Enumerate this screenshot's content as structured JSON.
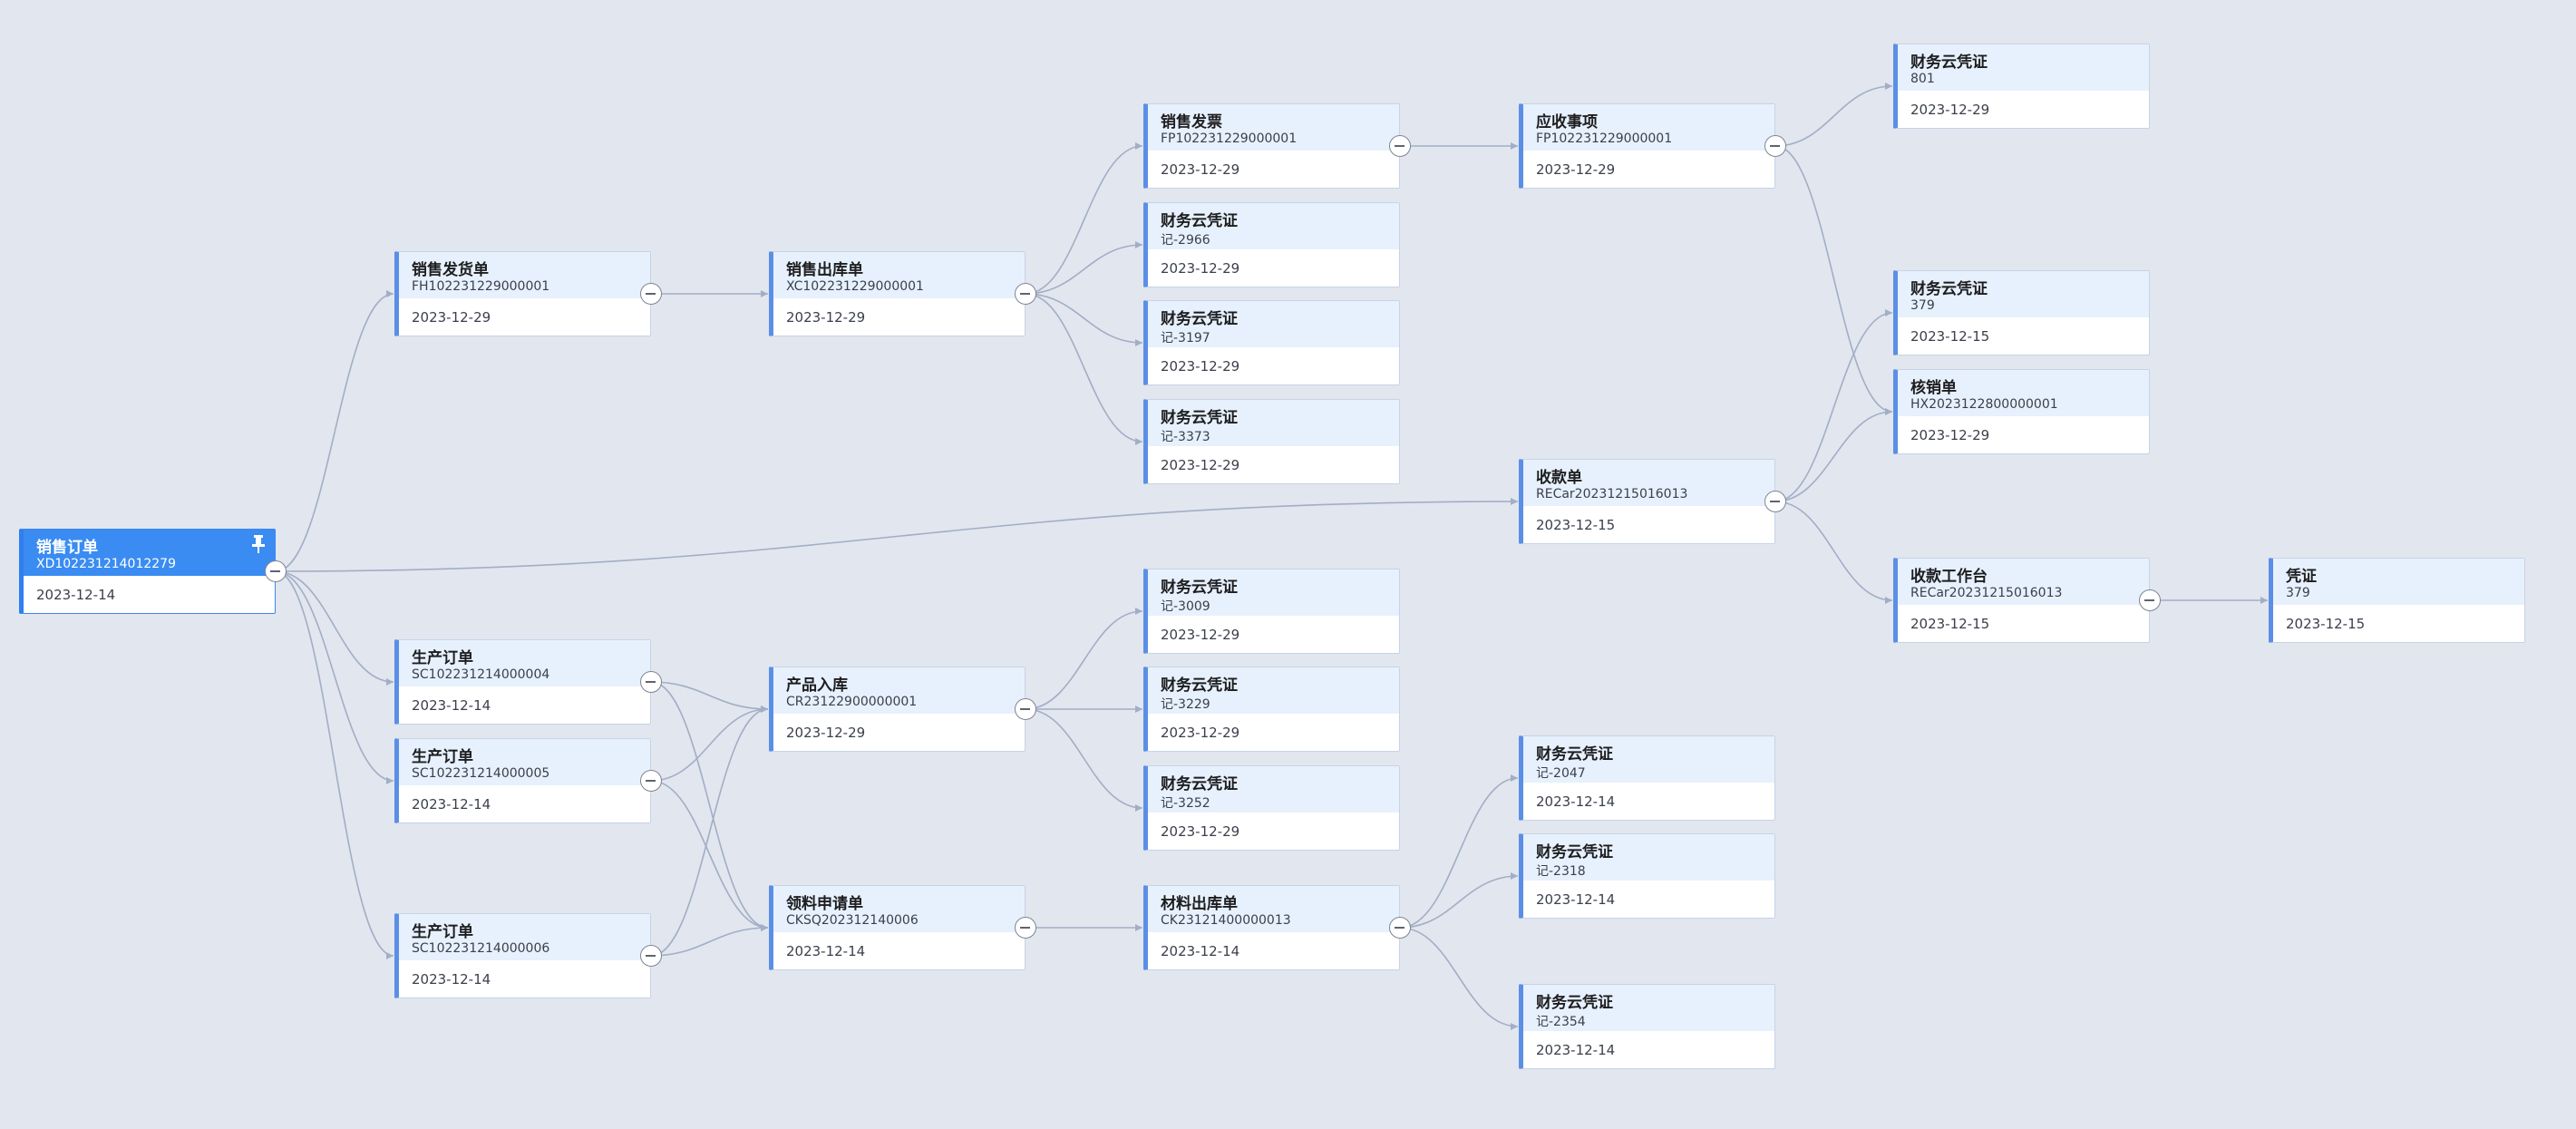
{
  "nodes": {
    "xd": {
      "title": "销售订单",
      "code": "XD102231214012279",
      "date": "2023-12-14"
    },
    "fh": {
      "title": "销售发货单",
      "code": "FH102231229000001",
      "date": "2023-12-29"
    },
    "sc4": {
      "title": "生产订单",
      "code": "SC102231214000004",
      "date": "2023-12-14"
    },
    "sc5": {
      "title": "生产订单",
      "code": "SC102231214000005",
      "date": "2023-12-14"
    },
    "sc6": {
      "title": "生产订单",
      "code": "SC102231214000006",
      "date": "2023-12-14"
    },
    "xc": {
      "title": "销售出库单",
      "code": "XC102231229000001",
      "date": "2023-12-29"
    },
    "cr": {
      "title": "产品入库",
      "code": "CR23122900000001",
      "date": "2023-12-29"
    },
    "cksq": {
      "title": "领料申请单",
      "code": "CKSQ202312140006",
      "date": "2023-12-14"
    },
    "fp": {
      "title": "销售发票",
      "code": "FP102231229000001",
      "date": "2023-12-29"
    },
    "v2966": {
      "title": "财务云凭证",
      "code": "记-2966",
      "date": "2023-12-29"
    },
    "v3197": {
      "title": "财务云凭证",
      "code": "记-3197",
      "date": "2023-12-29"
    },
    "v3373": {
      "title": "财务云凭证",
      "code": "记-3373",
      "date": "2023-12-29"
    },
    "v3009": {
      "title": "财务云凭证",
      "code": "记-3009",
      "date": "2023-12-29"
    },
    "v3229": {
      "title": "财务云凭证",
      "code": "记-3229",
      "date": "2023-12-29"
    },
    "v3252": {
      "title": "财务云凭证",
      "code": "记-3252",
      "date": "2023-12-29"
    },
    "ck": {
      "title": "材料出库单",
      "code": "CK23121400000013",
      "date": "2023-12-14"
    },
    "ys": {
      "title": "应收事项",
      "code": "FP102231229000001",
      "date": "2023-12-29"
    },
    "sk": {
      "title": "收款单",
      "code": "RECar20231215016013",
      "date": "2023-12-15"
    },
    "v2047": {
      "title": "财务云凭证",
      "code": "记-2047",
      "date": "2023-12-14"
    },
    "v2318": {
      "title": "财务云凭证",
      "code": "记-2318",
      "date": "2023-12-14"
    },
    "v2354": {
      "title": "财务云凭证",
      "code": "记-2354",
      "date": "2023-12-14"
    },
    "v801": {
      "title": "财务云凭证",
      "code": "801",
      "date": "2023-12-29"
    },
    "v379": {
      "title": "财务云凭证",
      "code": "379",
      "date": "2023-12-15"
    },
    "hx": {
      "title": "核销单",
      "code": "HX2023122800000001",
      "date": "2023-12-29"
    },
    "skgt": {
      "title": "收款工作台",
      "code": "RECar20231215016013",
      "date": "2023-12-15"
    },
    "pz": {
      "title": "凭证",
      "code": "379",
      "date": "2023-12-15"
    }
  },
  "edges": [
    [
      "xd",
      "fh"
    ],
    [
      "xd",
      "sc4"
    ],
    [
      "xd",
      "sc5"
    ],
    [
      "xd",
      "sc6"
    ],
    [
      "xd",
      "sk"
    ],
    [
      "fh",
      "xc"
    ],
    [
      "xc",
      "fp"
    ],
    [
      "xc",
      "v2966"
    ],
    [
      "xc",
      "v3197"
    ],
    [
      "xc",
      "v3373"
    ],
    [
      "fp",
      "ys"
    ],
    [
      "ys",
      "v801"
    ],
    [
      "ys",
      "hx"
    ],
    [
      "sk",
      "v379"
    ],
    [
      "sk",
      "hx"
    ],
    [
      "sk",
      "skgt"
    ],
    [
      "skgt",
      "pz"
    ],
    [
      "sc4",
      "cr"
    ],
    [
      "sc4",
      "cksq"
    ],
    [
      "sc5",
      "cr"
    ],
    [
      "sc5",
      "cksq"
    ],
    [
      "sc6",
      "cr"
    ],
    [
      "sc6",
      "cksq"
    ],
    [
      "cr",
      "v3009"
    ],
    [
      "cr",
      "v3229"
    ],
    [
      "cr",
      "v3252"
    ],
    [
      "cksq",
      "ck"
    ],
    [
      "ck",
      "v2047"
    ],
    [
      "ck",
      "v2318"
    ],
    [
      "ck",
      "v2354"
    ]
  ],
  "colors": {
    "edge": "#a1aec6",
    "accent": "#5b8fe6",
    "root": "#3a8cf2"
  },
  "icons": {
    "pin": "pin-icon",
    "collapse": "collapse-icon"
  }
}
